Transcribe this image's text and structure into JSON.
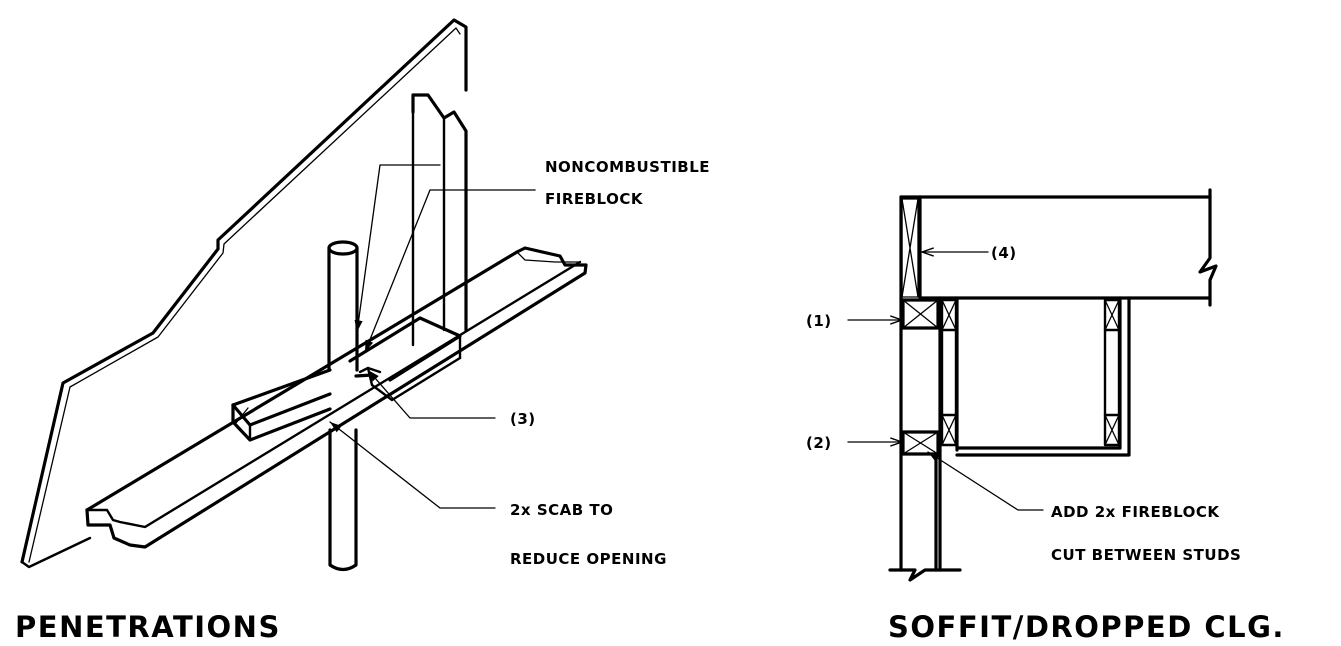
{
  "left_detail": {
    "title": "PENETRATIONS",
    "callout_fireblock_line1": "NONCOMBUSTIBLE",
    "callout_fireblock_line2": "FIREBLOCK",
    "callout_3": "(3)",
    "callout_scab_line1": "2x SCAB TO",
    "callout_scab_line2": "REDUCE OPENING"
  },
  "right_detail": {
    "title": "SOFFIT/DROPPED CLG.",
    "callout_4": "(4)",
    "callout_1": "(1)",
    "callout_2": "(2)",
    "callout_add_line1": "ADD 2x FIREBLOCK",
    "callout_add_line2": "CUT BETWEEN STUDS"
  }
}
